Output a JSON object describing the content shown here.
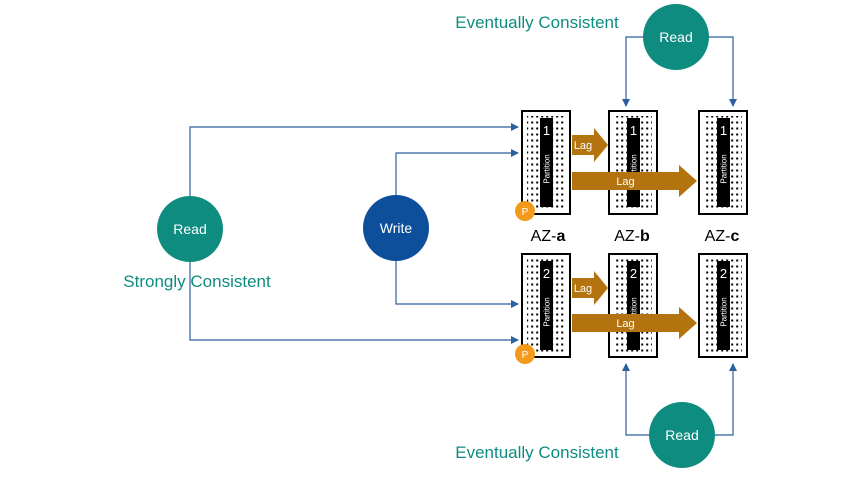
{
  "colors": {
    "teal": "#0f8c80",
    "navy": "#0d4f9a",
    "line": "#2e5f9e",
    "lag": "#b3740f",
    "primary_badge": "#f29a1c",
    "node_black": "#000000"
  },
  "labels": {
    "eventual_top": "Eventually Consistent",
    "eventual_bottom": "Eventually Consistent",
    "strong": "Strongly Consistent"
  },
  "circles": {
    "read_left": "Read",
    "write": "Write",
    "read_top": "Read",
    "read_bottom": "Read"
  },
  "az": [
    {
      "prefix": "AZ-",
      "suffix": "a"
    },
    {
      "prefix": "AZ-",
      "suffix": "b"
    },
    {
      "prefix": "AZ-",
      "suffix": "c"
    }
  ],
  "rows": [
    {
      "partition_number": "1",
      "partition_label": "Partition"
    },
    {
      "partition_number": "2",
      "partition_label": "Partition"
    }
  ],
  "lag_label": "Lag",
  "primary_badge_label": "P"
}
